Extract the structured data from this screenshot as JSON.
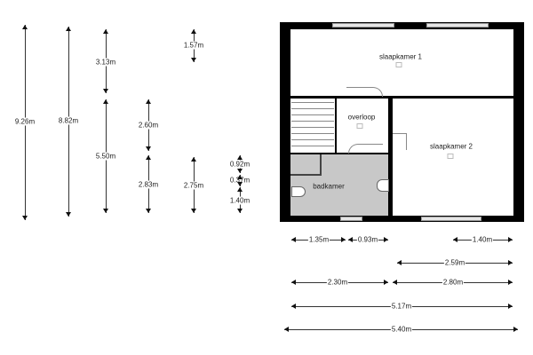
{
  "vertical_dimensions": [
    "9.26m",
    "8.82m",
    "3.13m",
    "5.50m",
    "2.60m",
    "2.83m",
    "1.57m",
    "2.75m",
    "0.92m",
    "0.37m",
    "1.40m"
  ],
  "horizontal_dimensions": [
    "1.35m",
    "0.93m",
    "1.40m",
    "2.59m",
    "2.30m",
    "2.80m",
    "5.17m",
    "5.40m"
  ],
  "rooms": [
    "slaapkamer 1",
    "overloop",
    "slaapkamer 2",
    "badkamer"
  ]
}
